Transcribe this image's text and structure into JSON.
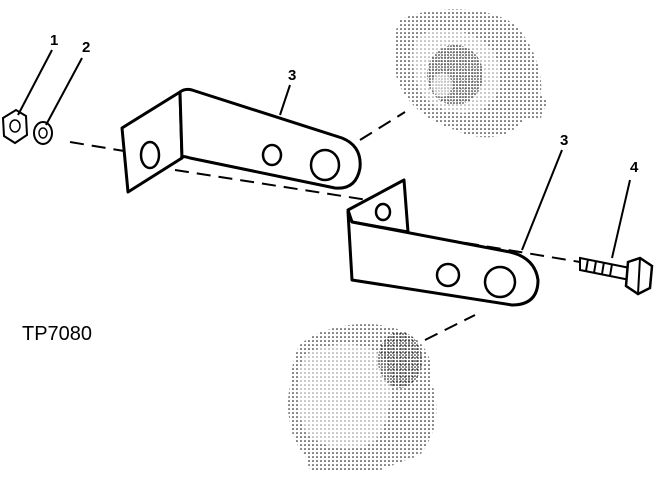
{
  "figure_code": "TP7080",
  "callouts": [
    {
      "number": "1"
    },
    {
      "number": "2"
    },
    {
      "number": "3"
    },
    {
      "number": "3"
    },
    {
      "number": "4"
    }
  ],
  "colors": {
    "line": "#000000",
    "stipple": "#000000",
    "background": "#ffffff"
  }
}
